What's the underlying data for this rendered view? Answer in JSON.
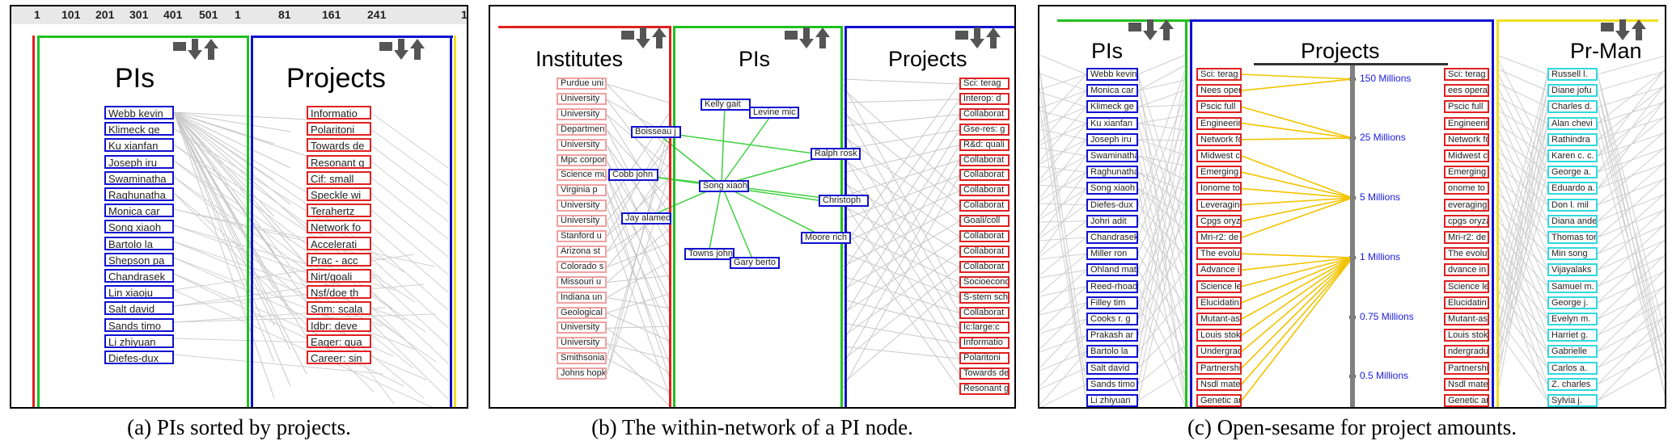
{
  "panel_a": {
    "ticks": [
      "1",
      "101",
      "201",
      "301",
      "401",
      "501",
      "1",
      "81",
      "161",
      "241",
      "1"
    ],
    "col_pis": "PIs",
    "col_projects": "Projects",
    "pis": [
      "Webb kevin",
      "Klimeck ge",
      "Ku xianfan",
      "Joseph iru",
      "Swaminatha",
      "Raghunatha",
      "Monica car",
      "Song xiaoh",
      "Bartolo la",
      "Shepson pa",
      "Chandrasek",
      "Lin xiaoju",
      "Salt david",
      "Sands timo",
      "Li zhiyuan",
      "Diefes-dux"
    ],
    "projects": [
      "Informatio",
      "Polaritoni",
      "Towards de",
      "Resonant g",
      "Cif: small",
      "Speckle wi",
      "Terahertz",
      "Network fo",
      "Accelerati",
      "Prac - acc",
      "Nirt/goali",
      "Nsf/doe th",
      "Snm: scala",
      "Idbr: deve",
      "Eager: qua",
      "Career: sin"
    ],
    "caption": "(a)  PIs sorted by projects."
  },
  "panel_b": {
    "col_institutes": "Institutes",
    "col_pis": "PIs",
    "col_projects": "Projects",
    "institutes": [
      "Purdue uni",
      "University",
      "University",
      "Department",
      "University",
      "Mpc corpor",
      "Science mu",
      "Virginia p",
      "University",
      "University",
      "Stanford u",
      "Arizona st",
      "Colorado s",
      "Missouri u",
      "Indiana un",
      "Geological",
      "University",
      "University",
      "Smithsonia",
      "Johns hopk"
    ],
    "pi_nodes": [
      "Kelly gait",
      "Levine mic",
      "Boisseau j",
      "Ralph rosk",
      "Cobb john",
      "Song xiaoh",
      "Christoph",
      "Jay alamed",
      "Moore rich",
      "Towns john",
      "Gary berto"
    ],
    "projects": [
      "Sci: terag",
      "Interop: d",
      "Collaborat",
      "Gse-res: g",
      "R&d: quali",
      "Collaborat",
      "Collaborat",
      "Collaborat",
      "Collaborat",
      "Goali/coll",
      "Collaborat",
      "Collaborat",
      "Collaborat",
      "Socioecono",
      "S-stem sch",
      "Collaborat",
      "Ic:large:c",
      "Informatio",
      "Polaritoni",
      "Towards de",
      "Resonant g"
    ],
    "caption": "(b)  The within-network of a PI node."
  },
  "panel_c": {
    "col_pis": "PIs",
    "col_projects": "Projects",
    "col_prman": "Pr-Man",
    "pis": [
      "Webb kevin",
      "Monica car",
      "Klimeck ge",
      "Ku xianfan",
      "Joseph iru",
      "Swaminatha",
      "Raghunatha",
      "Song xiaoh",
      "Diefes-dux",
      "Johri adit",
      "Chandrasek",
      "Miller ron",
      "Ohland mat",
      "Reed-rhoad",
      "Filley tim",
      "Cooks r. g",
      "Prakash ar",
      "Bartolo la",
      "Salt david",
      "Sands timo",
      "Li zhiyuan"
    ],
    "projects_left": [
      "Sci: terag",
      "Nees opera",
      "Pscic full",
      "Engineerin",
      "Network fo",
      "Midwest cr",
      "Emerging f",
      "Ionome to",
      "Leveraging",
      "Cpgs oryza",
      "Mri-r2: de",
      "The evolut",
      "Advance in",
      "Science le",
      "Elucidatin",
      "Mutant-ass",
      "Louis stok",
      "Undergradu",
      "Partnershi",
      "Nsdl mater",
      "Genetic an"
    ],
    "projects_right": [
      "Sci: terag",
      "ees opera",
      "Pscic full",
      "Engineerin",
      "Network fo",
      "Midwest cr",
      "Emerging f",
      "onome to",
      "everaging",
      "cpgs oryza",
      "Mri-r2: de",
      "The evolut",
      "dvance in",
      "Science le",
      "Elucidatin",
      "Mutant-ass",
      "Louis stok",
      "ndergradu",
      "Partnershi",
      "Nsdl mater",
      "Genetic an"
    ],
    "prman": [
      "Russell l.",
      "Diane jofu",
      "Charles d.",
      "Alan chevi",
      "Rathindra",
      "Karen c. c.",
      "George a.",
      "Eduardo a.",
      "Don l. mil",
      "Diana ande",
      "Thomas tor",
      "Min song",
      "Vijayalaks",
      "Samuel m.",
      "George j.",
      "Evelyn m.",
      "Harriet g.",
      "Gabrielle",
      "Carlos a.",
      "Z. charles",
      "Sylvia j."
    ],
    "amounts": [
      "150 Millions",
      "25 Millions",
      "5 Millions",
      "1 Millions",
      "0.75 Millions",
      "0.5 Millions"
    ],
    "caption": "(c)  Open-sesame for project amounts."
  }
}
